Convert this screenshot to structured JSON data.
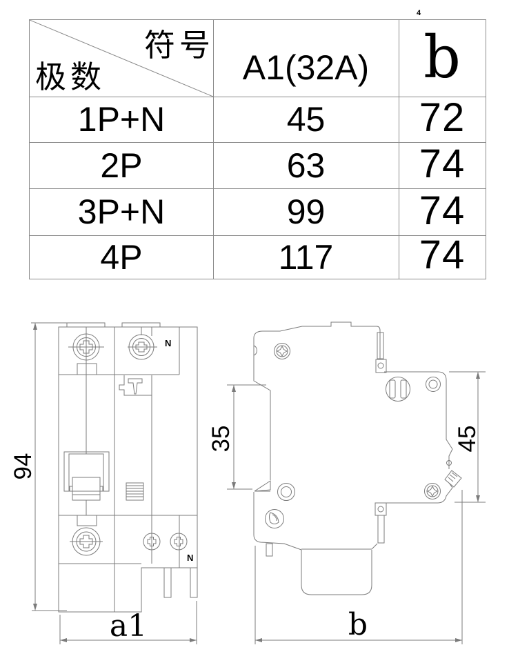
{
  "page": {
    "background": "#ffffff"
  },
  "colors": {
    "table_border": "#8a8a8a",
    "drawing_line": "#7b7b7b",
    "text": "#000000"
  },
  "stray_mark": "4",
  "table": {
    "header": {
      "diagonal_top_right": "符号",
      "diagonal_bottom_left": "极数",
      "spec_column": "A1(32A)",
      "width_column": "b"
    },
    "rows": [
      {
        "poles": "1P+N",
        "a1": "45",
        "b": "72"
      },
      {
        "poles": "2P",
        "a1": "63",
        "b": "74"
      },
      {
        "poles": "3P+N",
        "a1": "99",
        "b": "74"
      },
      {
        "poles": "4P",
        "a1": "117",
        "b": "74"
      }
    ]
  },
  "front_view": {
    "height_dim": "94",
    "width_dim": "a1",
    "neutral_top": "N",
    "neutral_bottom": "N"
  },
  "side_view": {
    "rail_dim": "35",
    "clip_dim": "45",
    "depth_dim": "b"
  }
}
